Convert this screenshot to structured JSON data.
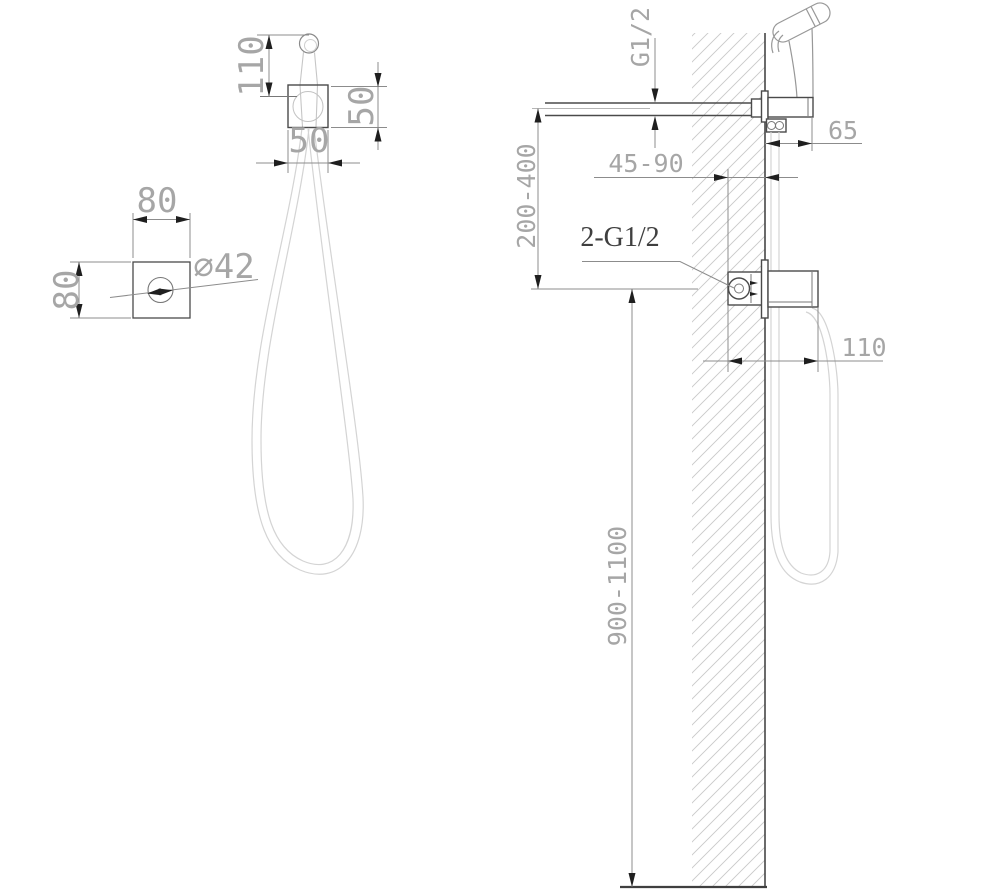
{
  "colors": {
    "line_dark": "#4a4a4a",
    "line_medium": "#8c8c8c",
    "line_light": "#d4d4d4",
    "dim_text": "#a6a6a6",
    "label_text": "#3f3f3f",
    "arrow": "#1f1f1f",
    "hatch": "#c9c9c9"
  },
  "front_view": {
    "dim_head_height": "110",
    "dim_bracket_height": "50",
    "dim_bracket_width": "50",
    "dim_base_width": "80",
    "dim_base_height": "80",
    "dim_hole_diameter": "⌀42"
  },
  "side_view": {
    "inlet_thread_label": "G1/2",
    "dim_holder_protrusion": "65",
    "dim_embed_depth": "45-90",
    "dim_inlet_to_valve": "200-400",
    "valve_thread_label": "2-G1/2",
    "dim_valve_total_depth": "110",
    "dim_mount_height": "900-1100"
  }
}
